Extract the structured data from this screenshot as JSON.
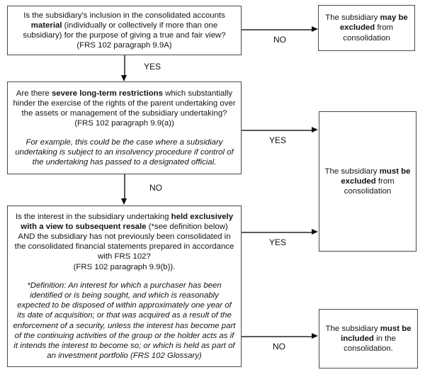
{
  "colors": {
    "background": "#ffffff",
    "box_border": "#4a4a4a",
    "connector_line": "#5a5a5a",
    "arrowhead": "#111111",
    "text": "#141414"
  },
  "boxes": {
    "q1": {
      "paragraphs": [
        {
          "segments": [
            {
              "t": "Is the subsidiary's inclusion in the consolidated accounts "
            },
            {
              "t": "material",
              "b": true
            },
            {
              "t": " (individually or collectively if more than one subsidiary) for the purpose of giving a true and fair view?"
            },
            {
              "br": true
            },
            {
              "t": "(FRS 102 paragraph 9.9A)"
            }
          ]
        }
      ]
    },
    "q2": {
      "paragraphs": [
        {
          "segments": [
            {
              "t": "Are there "
            },
            {
              "t": "severe long-term restrictions",
              "b": true
            },
            {
              "t": " which substantially hinder the exercise of the rights of the parent undertaking over the assets or management of the subsidiary undertaking?"
            },
            {
              "br": true
            },
            {
              "t": "(FRS 102 paragraph 9.9(a))"
            }
          ]
        },
        {
          "italic": true,
          "segments": [
            {
              "t": "For example, this could be the case where a subsidiary undertaking is subject to an insolvency procedure if control of the undertaking has passed to a designated official."
            }
          ]
        }
      ]
    },
    "q3": {
      "paragraphs": [
        {
          "segments": [
            {
              "t": "Is the interest in the subsidiary undertaking "
            },
            {
              "t": "held exclusively with a view to subsequent resale",
              "b": true
            },
            {
              "t": " (*see definition below) AND the subsidiary has not previously been consolidated in the consolidated financial statements prepared in accordance with FRS 102?"
            },
            {
              "br": true
            },
            {
              "t": "(FRS 102 paragraph 9.9(b))."
            }
          ]
        },
        {
          "italic": true,
          "segments": [
            {
              "t": "*Definition: An interest for which a purchaser has been identified or is being sought, and which is reasonably expected to be disposed of within approximately one year of its date of acquisition; or that was acquired as a result of the enforcement of a security, unless the interest has become part of the continuing activities of the group or the holder acts as if it intends the interest to become so; or which is held as part of an investment portfolio (FRS 102 Glossary)"
            }
          ]
        }
      ]
    },
    "r1": {
      "paragraphs": [
        {
          "segments": [
            {
              "t": "The subsidiary "
            },
            {
              "t": "may be excluded",
              "b": true
            },
            {
              "t": " from consolidation"
            }
          ]
        }
      ]
    },
    "r2": {
      "paragraphs": [
        {
          "segments": [
            {
              "t": "The subsidiary "
            },
            {
              "t": "must be excluded",
              "b": true
            },
            {
              "t": " from consolidation"
            }
          ]
        }
      ]
    },
    "r3": {
      "paragraphs": [
        {
          "segments": [
            {
              "t": "The subsidiary "
            },
            {
              "t": "must be included",
              "b": true
            },
            {
              "t": " in the consolidation."
            }
          ]
        }
      ]
    }
  },
  "labels": {
    "q1_no": "NO",
    "q1_yes": "YES",
    "q2_yes": "YES",
    "q2_no": "NO",
    "q3_yes": "YES",
    "q3_no": "NO"
  }
}
